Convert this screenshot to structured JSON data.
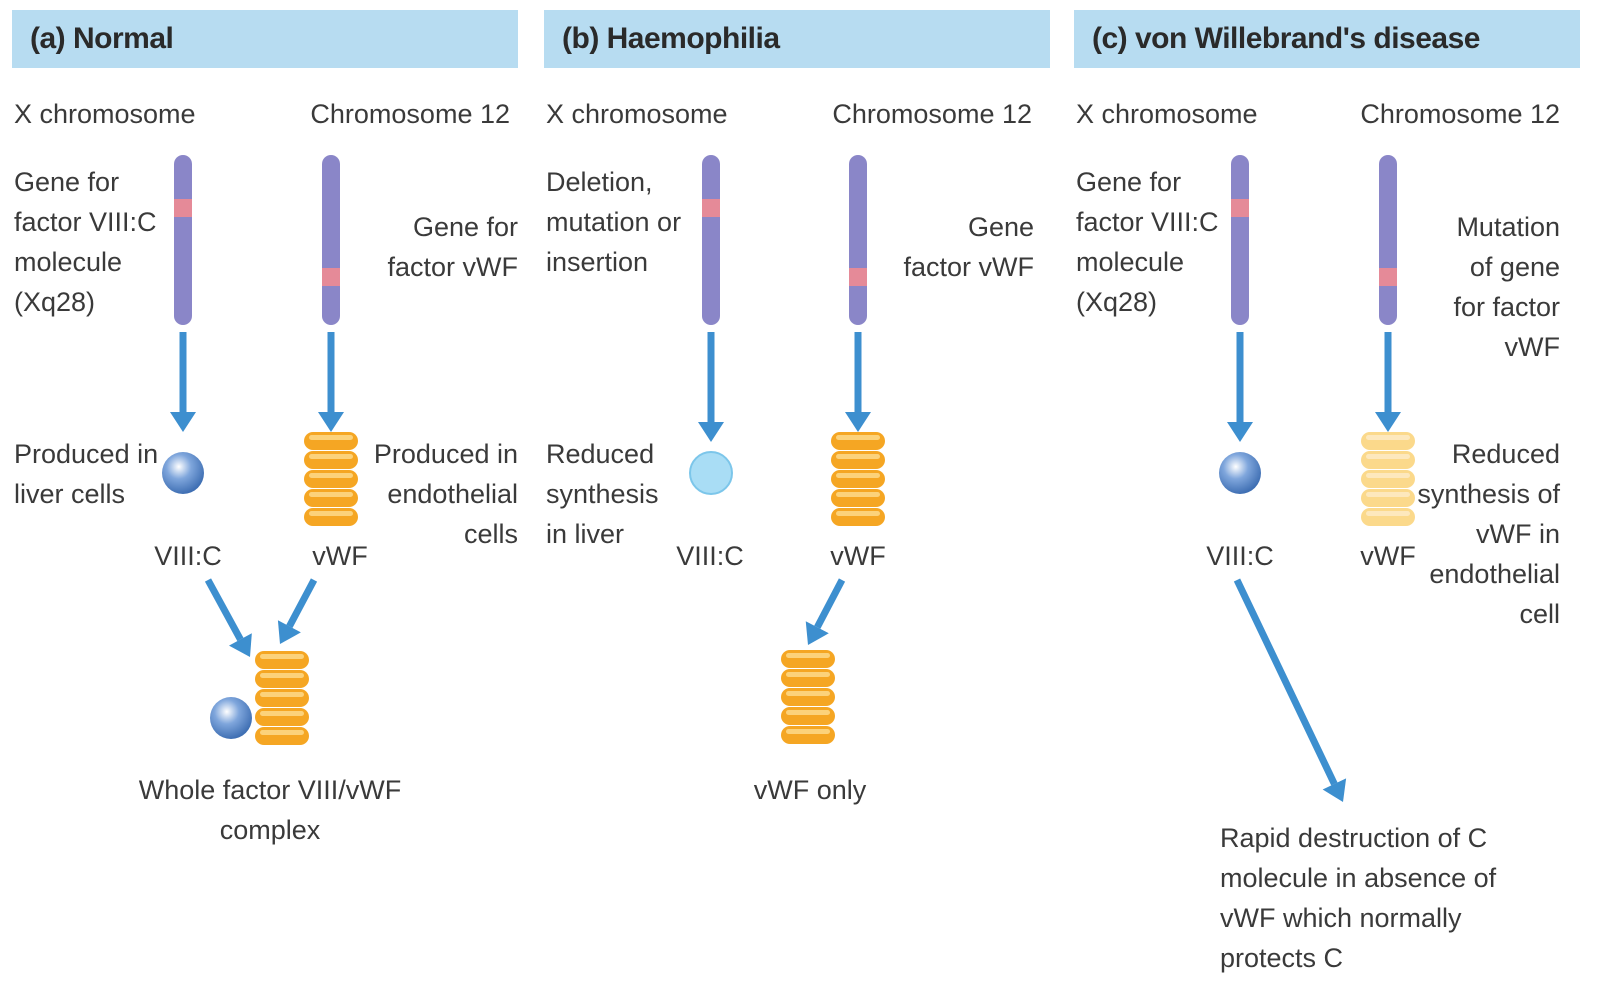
{
  "colors": {
    "header_bg": "#b7dcf1",
    "chromosome": "#8a86c8",
    "band": "#e58a98",
    "arrow": "#3d8fcf",
    "vwf_normal": "#f5a623",
    "vwf_reduced": "#fbd98b",
    "viiic_sphere": "#3f6fb3",
    "viiic_reduced": "#a9ddf5"
  },
  "icons": {
    "chromosome": "chromosome-icon",
    "factor_viiic": "sphere-icon",
    "factor_vwf": "stacked-multimer-icon",
    "arrow": "arrow-down-icon"
  },
  "panels": [
    {
      "title": "(a) Normal",
      "left_chromosome": "X chromosome",
      "right_chromosome": "Chromosome 12",
      "left_gene_note": "Gene for\nfactor VIII:C\nmolecule\n(Xq28)",
      "right_gene_note": "Gene for\nfactor vWF",
      "left_production": "Produced in\nliver cells",
      "right_production": "Produced in\nendothelial\ncells",
      "left_product": "VIII:C",
      "right_product": "vWF",
      "outcome": "Whole factor VIII/vWF complex"
    },
    {
      "title": "(b) Haemophilia",
      "left_chromosome": "X chromosome",
      "right_chromosome": "Chromosome 12",
      "left_gene_note": "Deletion,\nmutation or\ninsertion",
      "right_gene_note": "Gene\nfactor vWF",
      "left_production": "Reduced\nsynthesis\nin liver",
      "left_product": "VIII:C",
      "right_product": "vWF",
      "outcome": "vWF only"
    },
    {
      "title": "(c) von Willebrand's disease",
      "left_chromosome": "X chromosome",
      "right_chromosome": "Chromosome 12",
      "left_gene_note": "Gene for\nfactor VIII:C\nmolecule\n(Xq28)",
      "right_gene_note": "Mutation\nof gene\nfor factor\nvWF",
      "right_production": "Reduced\nsynthesis of\nvWF in\nendothelial\ncell",
      "left_product": "VIII:C",
      "right_product": "vWF",
      "outcome": "Rapid destruction of C\nmolecule in absence of\nvWF which normally\nprotects C"
    }
  ]
}
